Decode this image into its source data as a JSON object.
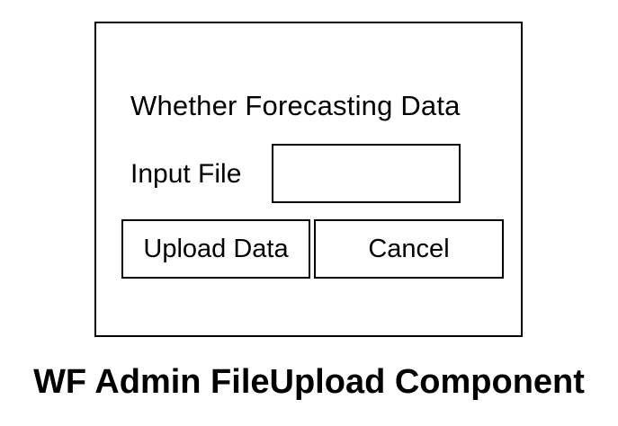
{
  "form": {
    "heading": "Whether Forecasting Data",
    "input_label": "Input File",
    "input_value": "",
    "upload_label": "Upload Data",
    "cancel_label": "Cancel"
  },
  "caption": "WF Admin FileUpload Component"
}
